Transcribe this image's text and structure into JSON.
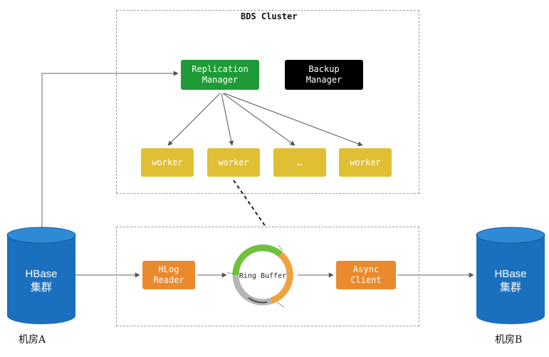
{
  "bds_cluster": {
    "title": "BDS Cluster"
  },
  "replication_manager": {
    "label": "Replication\nManager",
    "color": "#1f9a37"
  },
  "backup_manager": {
    "label": "Backup\nManager",
    "color": "#000000"
  },
  "workers": [
    {
      "label": "worker"
    },
    {
      "label": "worker"
    },
    {
      "label": "…"
    },
    {
      "label": "worker"
    }
  ],
  "worker_color": "#e1bf33",
  "pipeline": {
    "hlog_reader": {
      "label": "HLog\nReader"
    },
    "ring_buffer": {
      "label": "Ring Buffer"
    },
    "async_client": {
      "label": "Async\nClient"
    },
    "node_color": "#ea8a2c"
  },
  "hbase_a": {
    "title": "HBase",
    "subtitle": "集群",
    "room": "机房A"
  },
  "hbase_b": {
    "title": "HBase",
    "subtitle": "集群",
    "room": "机房B"
  },
  "cylinder_color": "#1b6fbf",
  "ring_colors": {
    "green": "#6fc13b",
    "orange": "#f0a33c",
    "gray": "#b5b5b5"
  }
}
